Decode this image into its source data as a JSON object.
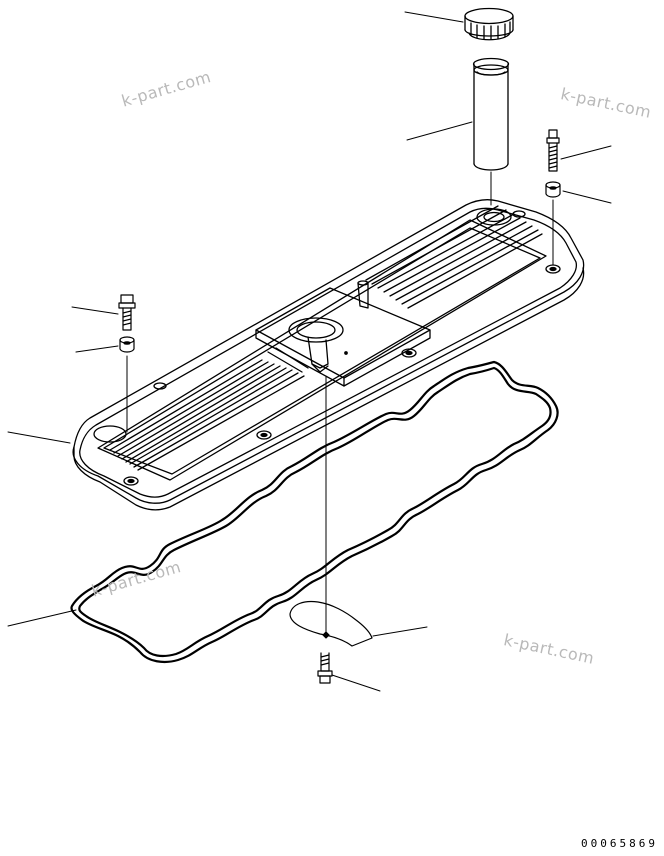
{
  "watermarks": [
    "k-part.com",
    "k-part.com",
    "k-part.com",
    "k-part.com"
  ],
  "drawing_number": "00065869",
  "colors": {
    "line": "#000000",
    "watermark": "#b9b9b9",
    "background": "#ffffff"
  },
  "parts": [
    "oil-filler-cap",
    "breather-tube",
    "stud-bolt",
    "grommet",
    "cover-bolt",
    "cover-grommet",
    "cylinder-head-cover",
    "head-cover-gasket",
    "seal-plate",
    "plate-bolt"
  ]
}
